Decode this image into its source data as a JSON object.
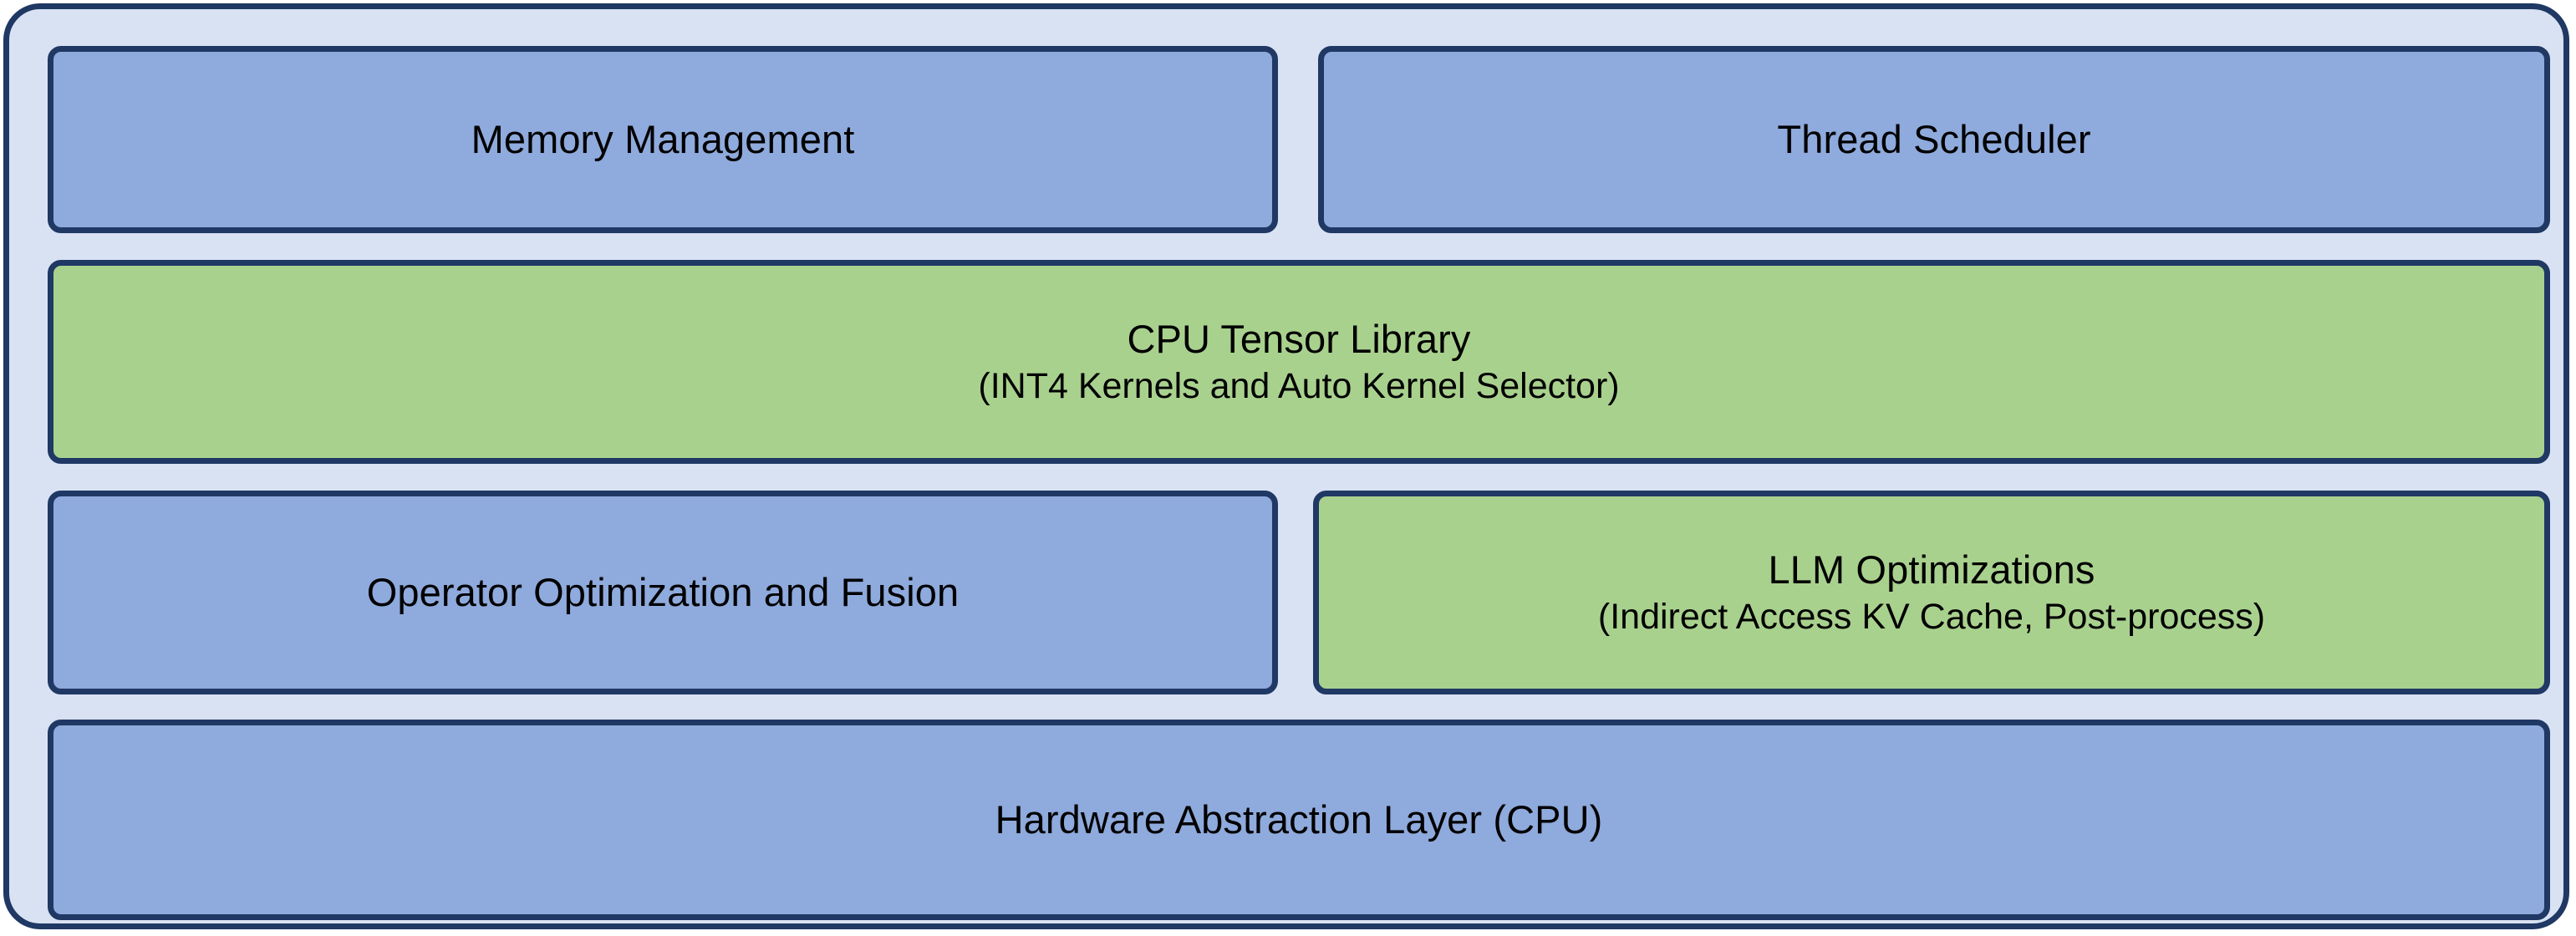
{
  "diagram": {
    "type": "layered-architecture-stack",
    "palette": {
      "frame_border": "#1F3864",
      "frame_fill": "#D9E2F3",
      "blue_fill": "#8FAADC",
      "green_fill": "#A9D18E",
      "text": "#000000"
    },
    "rows": [
      {
        "row_index": 1,
        "boxes": [
          {
            "id": "memory-management",
            "title": "Memory Management",
            "subtitle": "",
            "color": "blue"
          },
          {
            "id": "thread-scheduler",
            "title": "Thread Scheduler",
            "subtitle": "",
            "color": "blue"
          }
        ]
      },
      {
        "row_index": 2,
        "boxes": [
          {
            "id": "cpu-tensor-library",
            "title": "CPU Tensor Library",
            "subtitle": "(INT4 Kernels and Auto Kernel Selector)",
            "color": "green"
          }
        ]
      },
      {
        "row_index": 3,
        "boxes": [
          {
            "id": "operator-optimization",
            "title": "Operator Optimization and Fusion",
            "subtitle": "",
            "color": "blue"
          },
          {
            "id": "llm-optimizations",
            "title": "LLM Optimizations",
            "subtitle": "(Indirect Access KV Cache, Post-process)",
            "color": "green"
          }
        ]
      },
      {
        "row_index": 4,
        "boxes": [
          {
            "id": "hardware-abstraction-layer",
            "title": "Hardware Abstraction Layer (CPU)",
            "subtitle": "",
            "color": "blue"
          }
        ]
      }
    ]
  }
}
